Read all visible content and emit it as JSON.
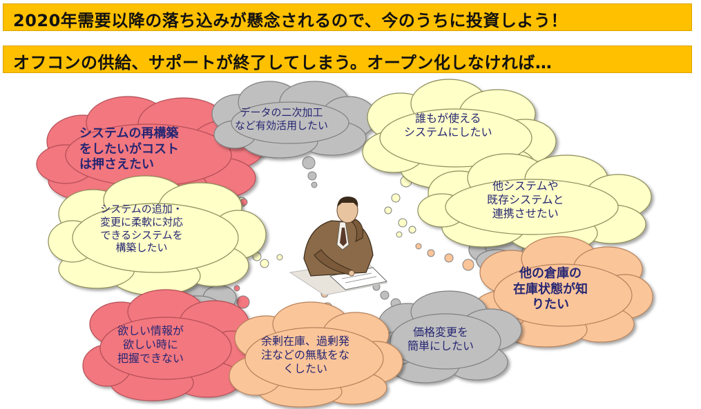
{
  "banners": {
    "top": "2020年需要以降の落ち込みが懸念されるので、今のうちに投資しよう！",
    "second": "オフコンの供給、サポートが終了してしまう。オープン化しなければ…"
  },
  "clouds": {
    "data_use": [
      "データの二次加工",
      "など有効活用したい"
    ],
    "anyone": [
      "誰もが使える",
      "システムにしたい"
    ],
    "rebuild": [
      "システムの再構築",
      "をしたいがコスト",
      "は押さえたい"
    ],
    "integrate": [
      "他システムや",
      "既存システムと",
      "連携させたい"
    ],
    "flexible": [
      "システムの追加・",
      "変更に柔軟に対応",
      "できるシステムを",
      "構築したい"
    ],
    "warehouse": [
      "他の倉庫の",
      "在庫状態が知",
      "りたい"
    ],
    "price": [
      "価格変更を",
      "簡単にしたい"
    ],
    "info": [
      "欲しい情報が",
      "欲しい時に",
      "把握できない"
    ],
    "surplus": [
      "余剰在庫、過剰発",
      "注などの無駄をな",
      "くしたい"
    ]
  },
  "colors": {
    "banner": "#ffc000",
    "text": "#262673",
    "pink": "#f2777f",
    "yellow": "#ffffc8",
    "gray": "#bfbfbf",
    "orange": "#fbc59a"
  }
}
